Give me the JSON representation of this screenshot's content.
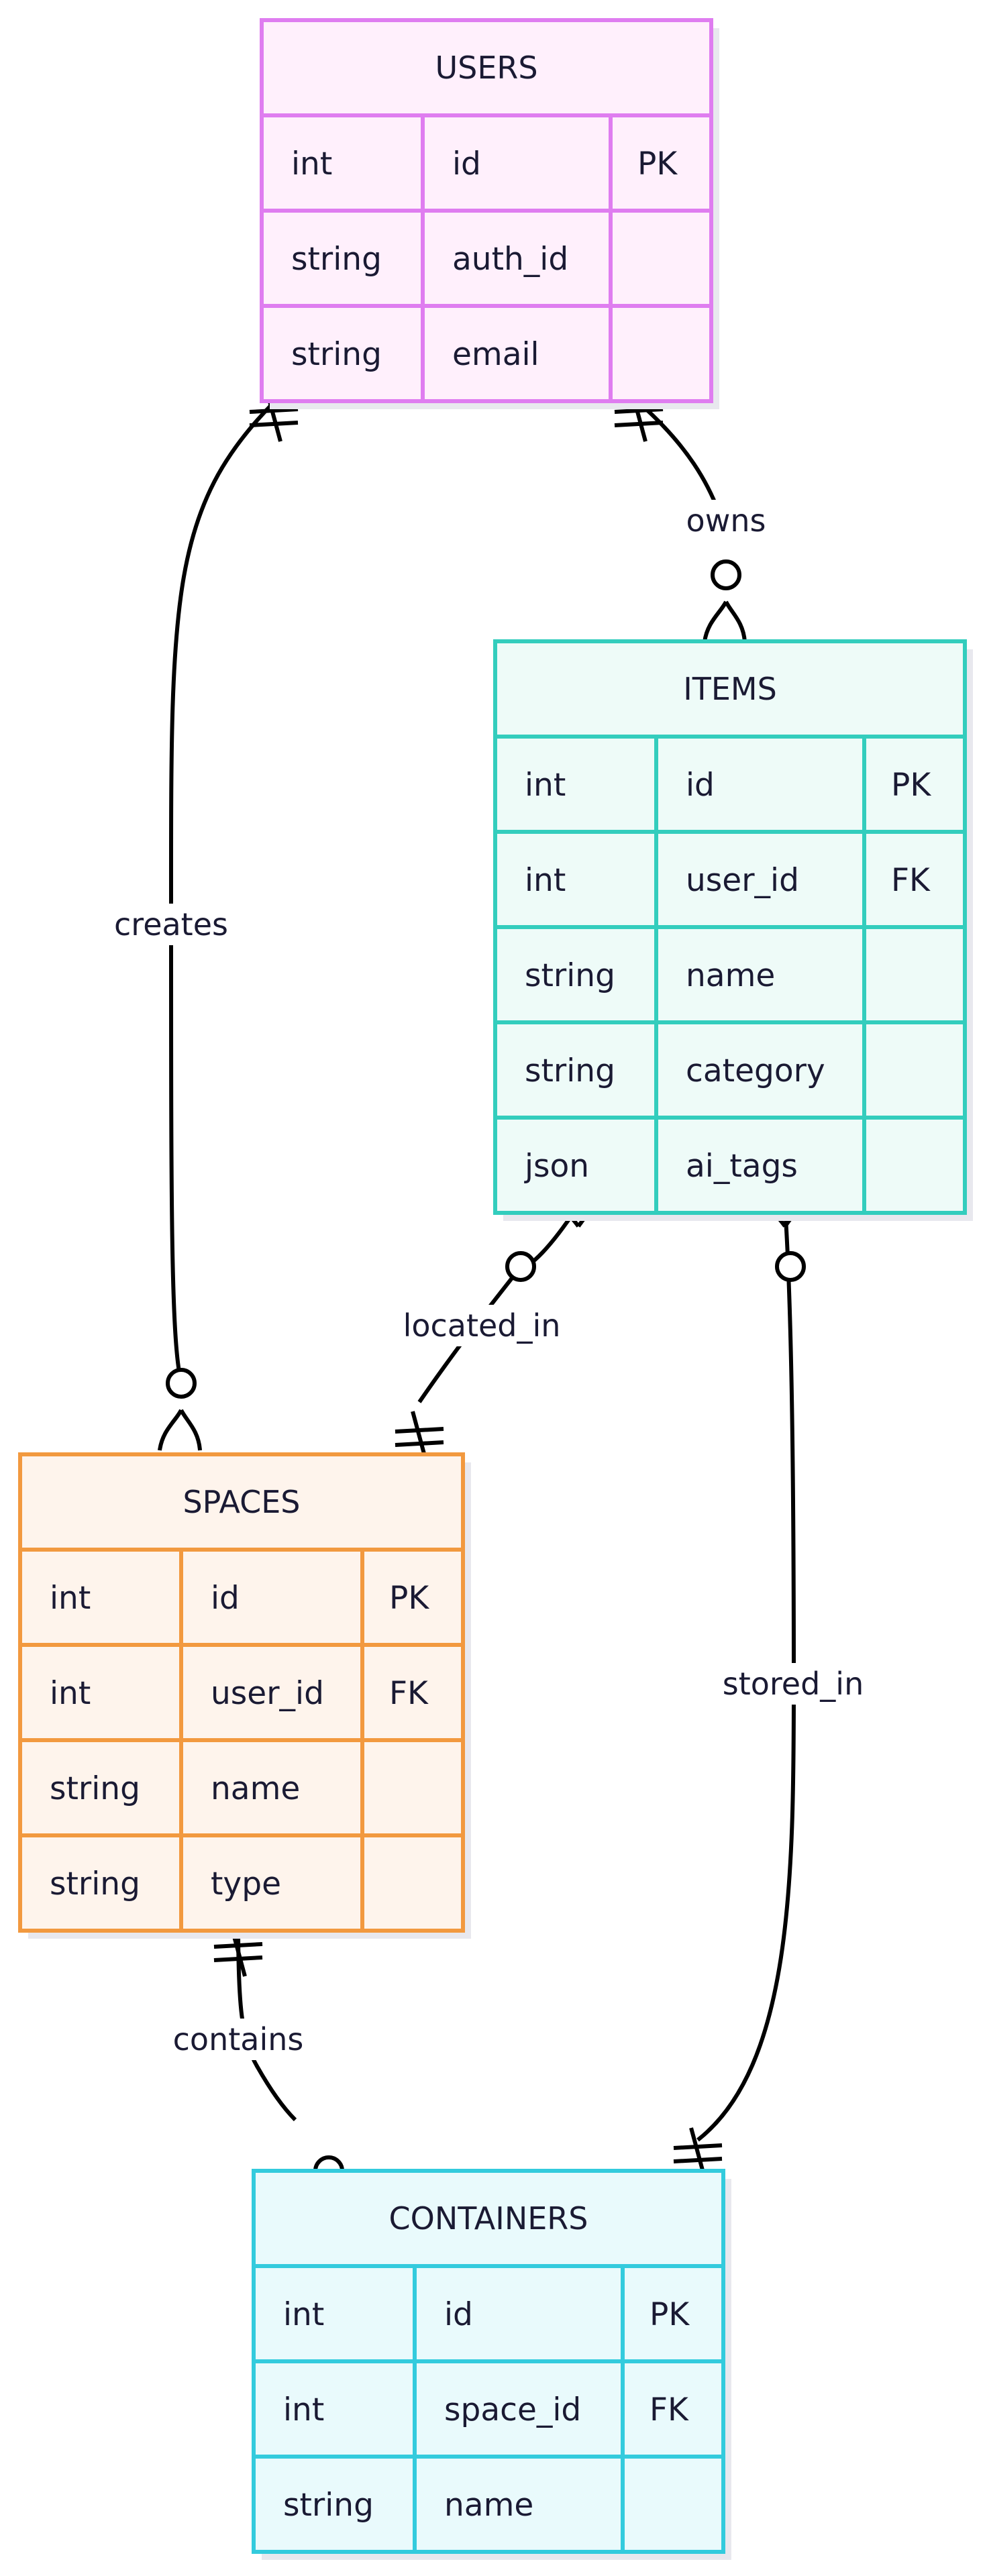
{
  "entities": [
    {
      "key": "users",
      "name": "USERS",
      "fill": "#fff0fc",
      "stroke": "#df7df0",
      "attributes": [
        {
          "type": "int",
          "name": "id",
          "key": "PK"
        },
        {
          "type": "string",
          "name": "auth_id",
          "key": ""
        },
        {
          "type": "string",
          "name": "email",
          "key": ""
        }
      ]
    },
    {
      "key": "items",
      "name": "ITEMS",
      "fill": "#eefbf8",
      "stroke": "#33cdbd",
      "attributes": [
        {
          "type": "int",
          "name": "id",
          "key": "PK"
        },
        {
          "type": "int",
          "name": "user_id",
          "key": "FK"
        },
        {
          "type": "string",
          "name": "name",
          "key": ""
        },
        {
          "type": "string",
          "name": "category",
          "key": ""
        },
        {
          "type": "json",
          "name": "ai_tags",
          "key": ""
        }
      ]
    },
    {
      "key": "spaces",
      "name": "SPACES",
      "fill": "#fef4ec",
      "stroke": "#f2993f",
      "attributes": [
        {
          "type": "int",
          "name": "id",
          "key": "PK"
        },
        {
          "type": "int",
          "name": "user_id",
          "key": "FK"
        },
        {
          "type": "string",
          "name": "name",
          "key": ""
        },
        {
          "type": "string",
          "name": "type",
          "key": ""
        }
      ]
    },
    {
      "key": "containers",
      "name": "CONTAINERS",
      "fill": "#e9fafc",
      "stroke": "#33cbdd",
      "attributes": [
        {
          "type": "int",
          "name": "id",
          "key": "PK"
        },
        {
          "type": "int",
          "name": "space_id",
          "key": "FK"
        },
        {
          "type": "string",
          "name": "name",
          "key": ""
        }
      ]
    }
  ],
  "relationships": [
    {
      "key": "creates",
      "from": "USERS",
      "to": "SPACES",
      "label": "creates",
      "from_card": "exactly-one",
      "to_card": "zero-or-many"
    },
    {
      "key": "owns",
      "from": "USERS",
      "to": "ITEMS",
      "label": "owns",
      "from_card": "exactly-one",
      "to_card": "zero-or-many"
    },
    {
      "key": "located_in",
      "from": "ITEMS",
      "to": "SPACES",
      "label": "located_in",
      "from_card": "zero-or-many",
      "to_card": "exactly-one"
    },
    {
      "key": "stored_in",
      "from": "ITEMS",
      "to": "CONTAINERS",
      "label": "stored_in",
      "from_card": "zero-or-many",
      "to_card": "exactly-one"
    },
    {
      "key": "contains",
      "from": "SPACES",
      "to": "CONTAINERS",
      "label": "contains",
      "from_card": "exactly-one",
      "to_card": "zero-or-many"
    }
  ]
}
